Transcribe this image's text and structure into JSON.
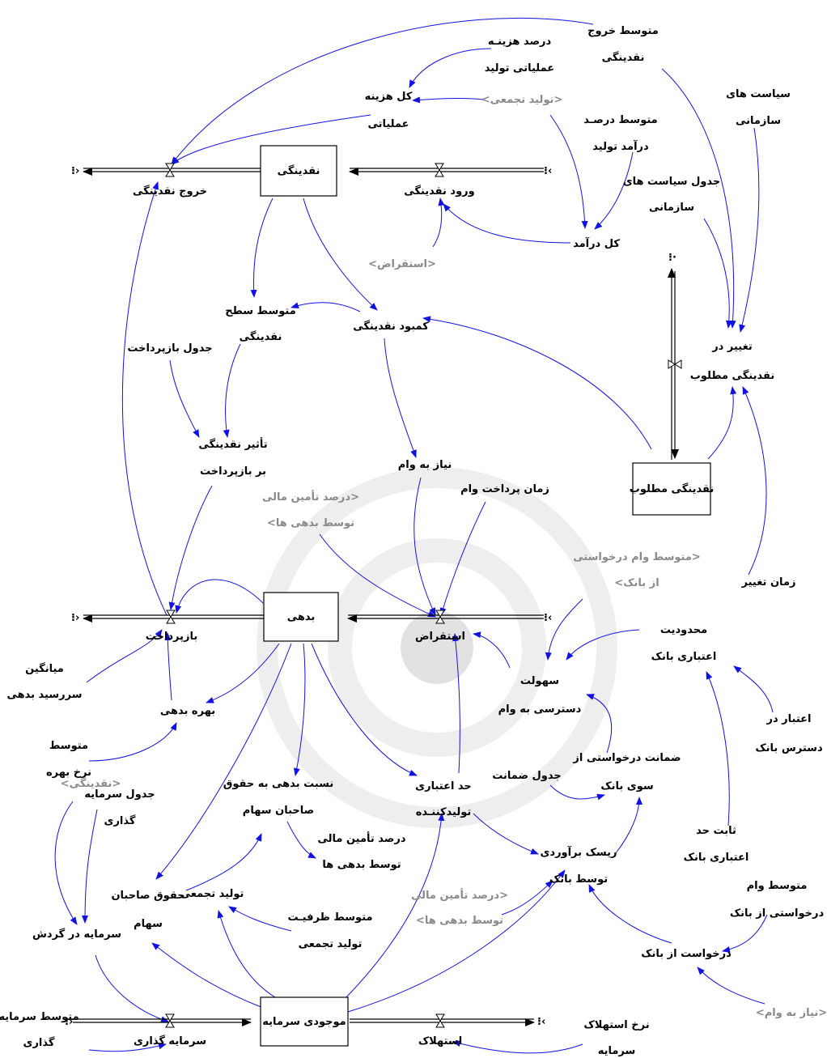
{
  "stocks": {
    "liquidity": "نقدینگی",
    "desired_liquidity": "نقدینگی مطلوب",
    "debt": "بدهی",
    "capital_stock": "موجودی سرمایه"
  },
  "flows": {
    "liquidity_outflow": "خروج نقدینگی",
    "liquidity_inflow": "ورود نقدینگی",
    "repayment": "بازپرداخت",
    "borrowing": "استقراض",
    "investment": "سرمایه گذاری",
    "depreciation": "استهلاک"
  },
  "variables": {
    "avg_liquidity_outflow": [
      "متوسط خروج",
      "نقدینگی"
    ],
    "production_cost_pct": [
      "درصد هزینـه",
      "عملیاتی تولید"
    ],
    "total_operating_cost": [
      "کل هزینه",
      "عملیاتی"
    ],
    "org_policies": [
      "سیاست های",
      "سازمانی"
    ],
    "avg_production_income_pct": [
      "متوسط درصـد",
      "درآمد تولید"
    ],
    "org_policies_table": [
      "جدول سیاست های",
      "سازمانی"
    ],
    "total_income": "کل درآمد",
    "avg_liquidity_level": [
      "متوسط سطح",
      "نقدینگی"
    ],
    "liquidity_shortage": "کمبود نقدینگی",
    "change_desired_liquidity": [
      "تغییر در",
      "نقدینگی مطلوب"
    ],
    "repayment_table": "جدول بازپرداخت",
    "liquidity_effect_on_repayment": [
      "تأثیر نقدینگی",
      "بر بازپرداخت"
    ],
    "loan_need": "نیاز به وام",
    "loan_payment_time": "زمان پرداخت وام",
    "change_time": "زمان تغییر",
    "bank_credit_limit": [
      "محدودیت",
      "اعتباری بانک"
    ],
    "avg_maturity": [
      "میانگین",
      "سررسید بدهی"
    ],
    "loan_access_ease": [
      "سهولت",
      "دسترسی به وام"
    ],
    "interest": "بهره بدهی",
    "available_credit": [
      "اعتبار در",
      "دسترس بانک"
    ],
    "avg_interest_rate": [
      "متوسط",
      "نرخ بهره"
    ],
    "guarantee_table": "جدول ضمانت",
    "bank_guarantee": [
      "ضمانت درخواستی از",
      "سوی بانک"
    ],
    "debt_equity_ratio": [
      "نسبت بدهی به حقوق",
      "صاحبان سهام"
    ],
    "producer_credit_limit": [
      "حد اعتباری",
      "تولیدکننـده"
    ],
    "fixed_credit_limit": [
      "ثابت حد",
      "اعتباری بانک"
    ],
    "investment_table": [
      "جدول سرمایه",
      "گذاری"
    ],
    "debt_financing_pct": [
      "درصد تأمین مالی",
      "توسط بدهی ها"
    ],
    "bank_risk": [
      "ریسک برآوردی",
      "توسط بانک"
    ],
    "avg_requested_loan": [
      "متوسط وام",
      "درخواستی از بانک"
    ],
    "equity": [
      "حقوق صاحبان",
      "سهام"
    ],
    "aggregate_production": "تولید تجمعی",
    "avg_capacity": [
      "متوسط ظرفیـت",
      "تولید تجمعی"
    ],
    "working_capital": "سرمایه در گردش",
    "bank_request": "درخواست از بانک",
    "avg_investment": [
      "متوسط سرمایه",
      "گذاری"
    ],
    "depreciation_rate": [
      "نرخ استهلاک",
      "سرمایه"
    ]
  },
  "shadows": {
    "aggregate_production": "<تولید تجمعی>",
    "borrowing": "<استقراض>",
    "debt_financing_pct_1": [
      "درصد تأمین مالی>",
      "<توسط بدهی ها"
    ],
    "avg_requested_loan": [
      "متوسط وام درخواستی>",
      "<از بانک"
    ],
    "liquidity": "<نقدینگی>",
    "debt_financing_pct_2": [
      "درصد تأمین مالی>",
      "<توسط بدهی ها"
    ],
    "loan_need": "<نیاز به وام>"
  },
  "colors": {
    "causal_link": "#1212e0",
    "shadow_variable": "#8a8a8a",
    "flow_pipe": "#000000"
  }
}
